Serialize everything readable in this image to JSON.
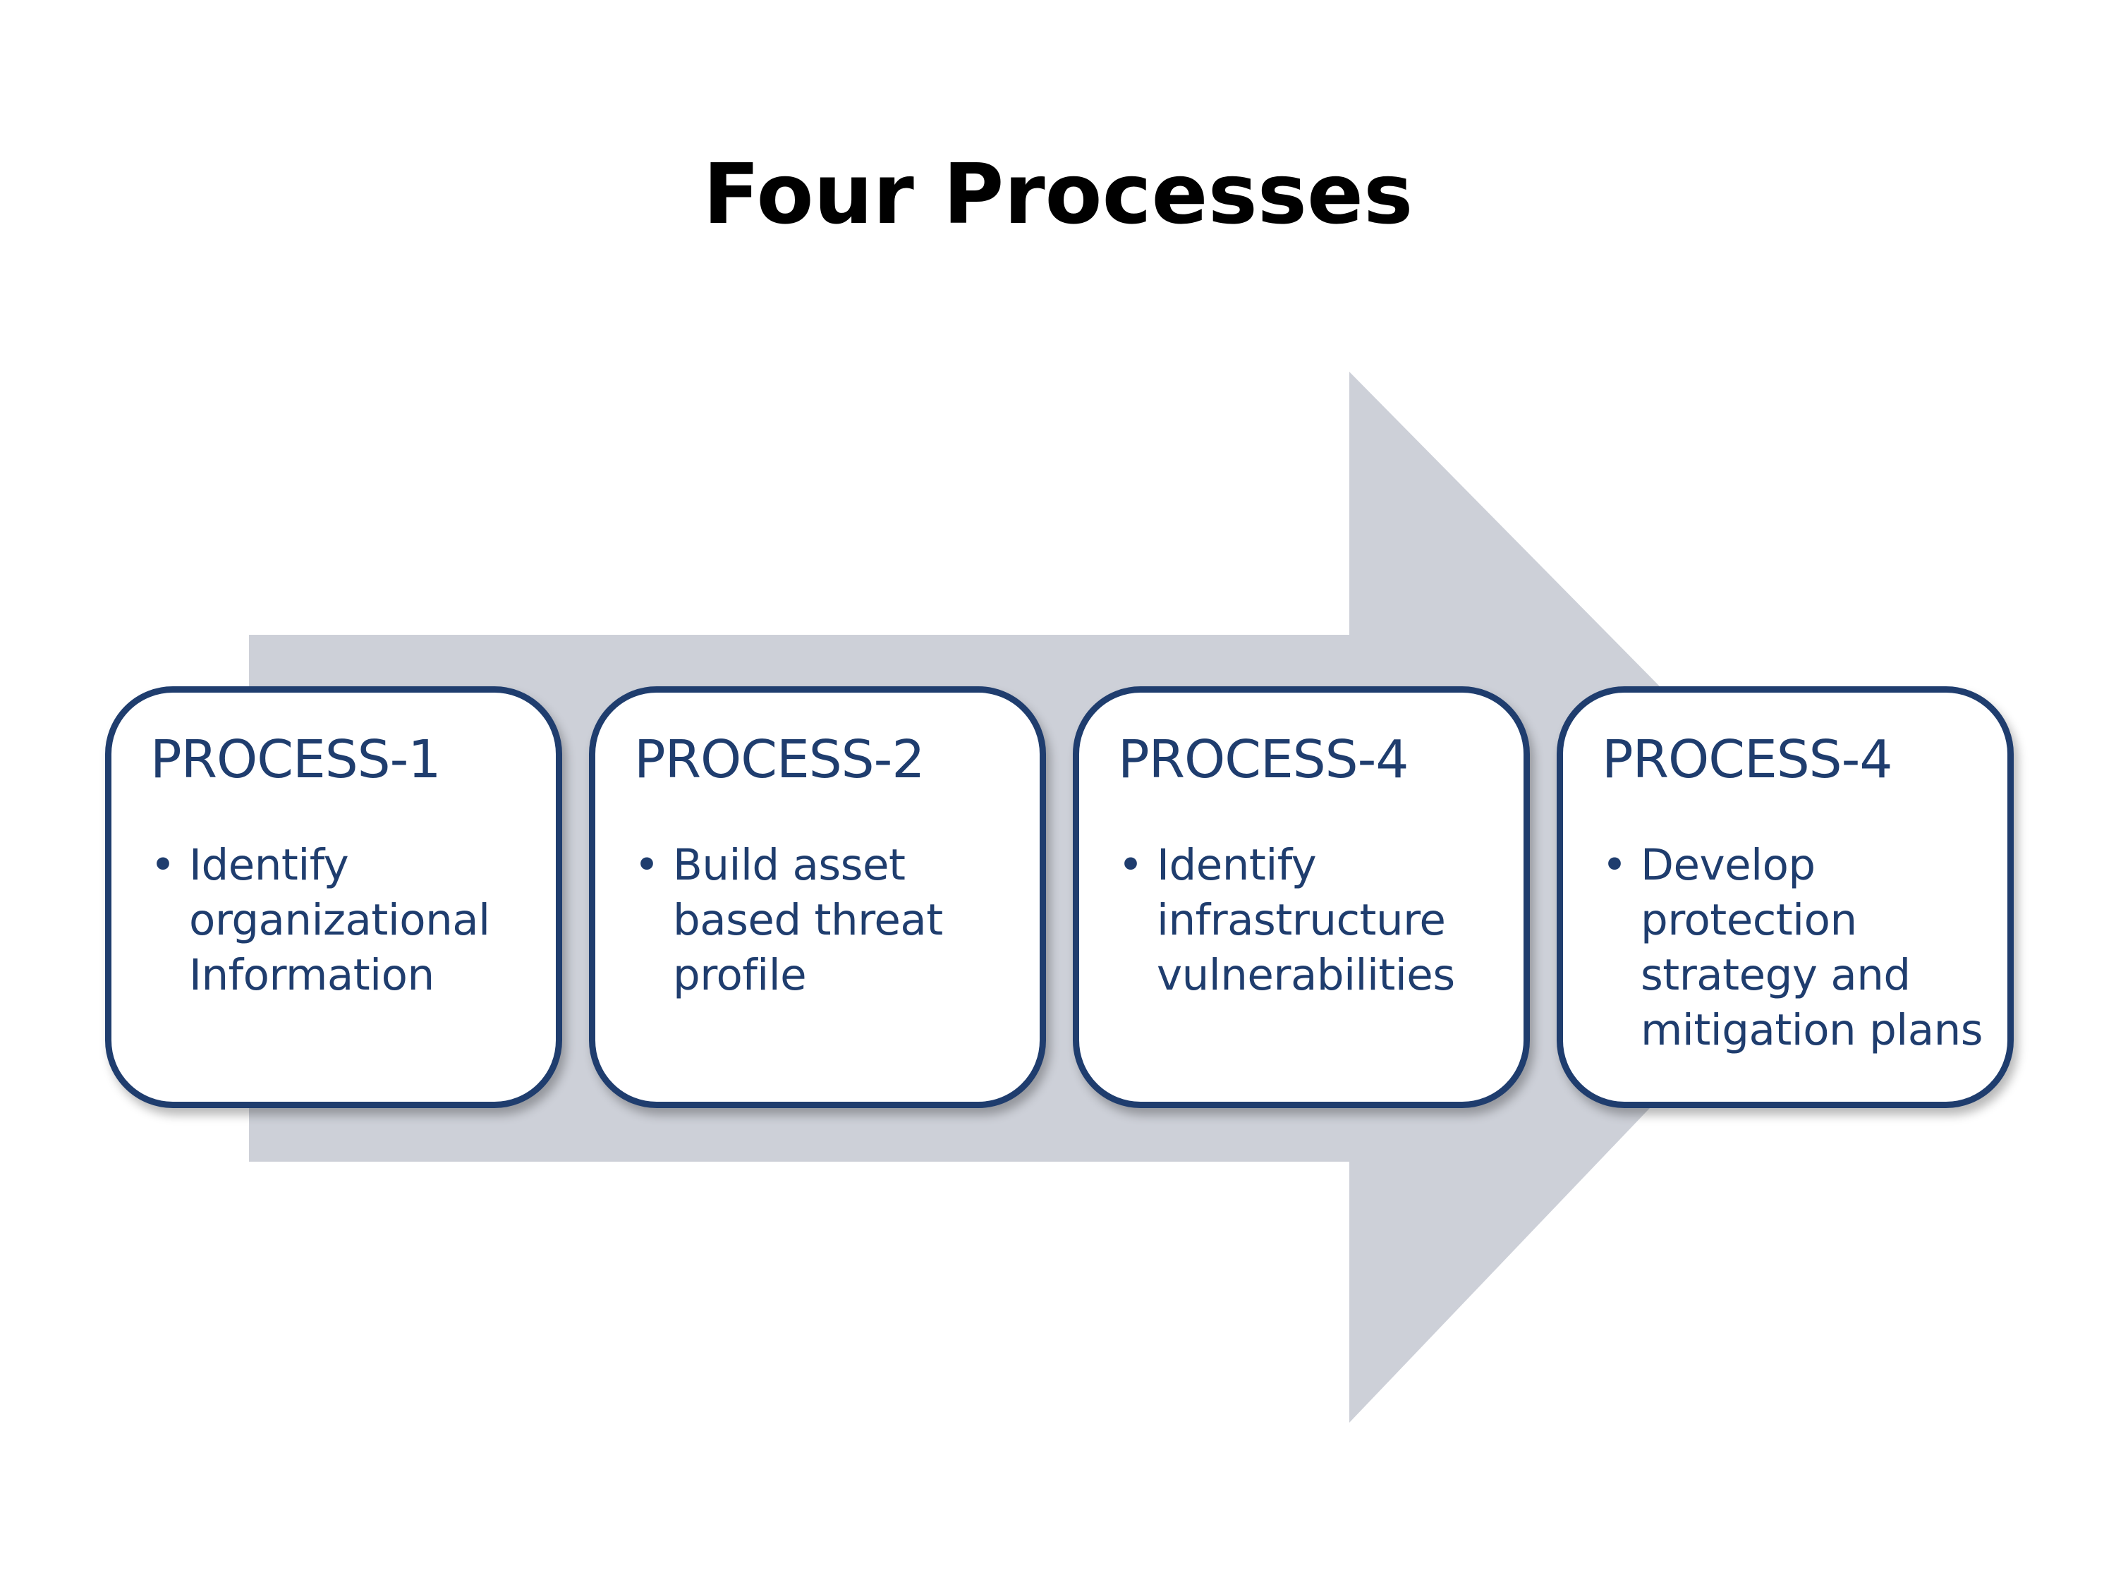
{
  "title": "Four Processes",
  "colors": {
    "arrow": "#cdd0d8",
    "box_border": "#1f3d6e",
    "box_text": "#1f3d6e",
    "title": "#000000"
  },
  "processes": [
    {
      "title": "PROCESS-1",
      "text": "Identify organizational Information"
    },
    {
      "title": "PROCESS-2",
      "text": "Build asset based threat profile"
    },
    {
      "title": "PROCESS-4",
      "text": "Identify infrastructure vulnerabilities"
    },
    {
      "title": "PROCESS-4",
      "text": "Develop protection strategy and mitigation plans"
    }
  ]
}
